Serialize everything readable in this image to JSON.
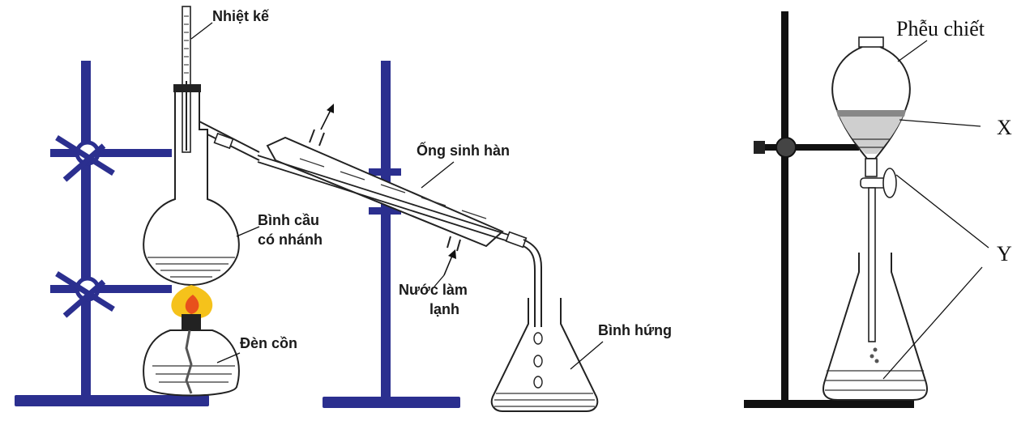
{
  "left_diagram": {
    "labels": {
      "thermometer": "Nhiệt kế",
      "condenser": "Ống sinh hàn",
      "flask_line1": "Bình cầu",
      "flask_line2": "có nhánh",
      "cooling_water_line1": "Nước làm",
      "cooling_water_line2": "lạnh",
      "burner": "Đèn cồn",
      "receiver": "Bình hứng"
    }
  },
  "right_diagram": {
    "labels": {
      "funnel": "Phễu chiết",
      "x": "X",
      "y": "Y"
    }
  },
  "colors": {
    "stand": "#2b2f8f",
    "flame_outer": "#f5c21b",
    "flame_inner": "#e8501c"
  }
}
